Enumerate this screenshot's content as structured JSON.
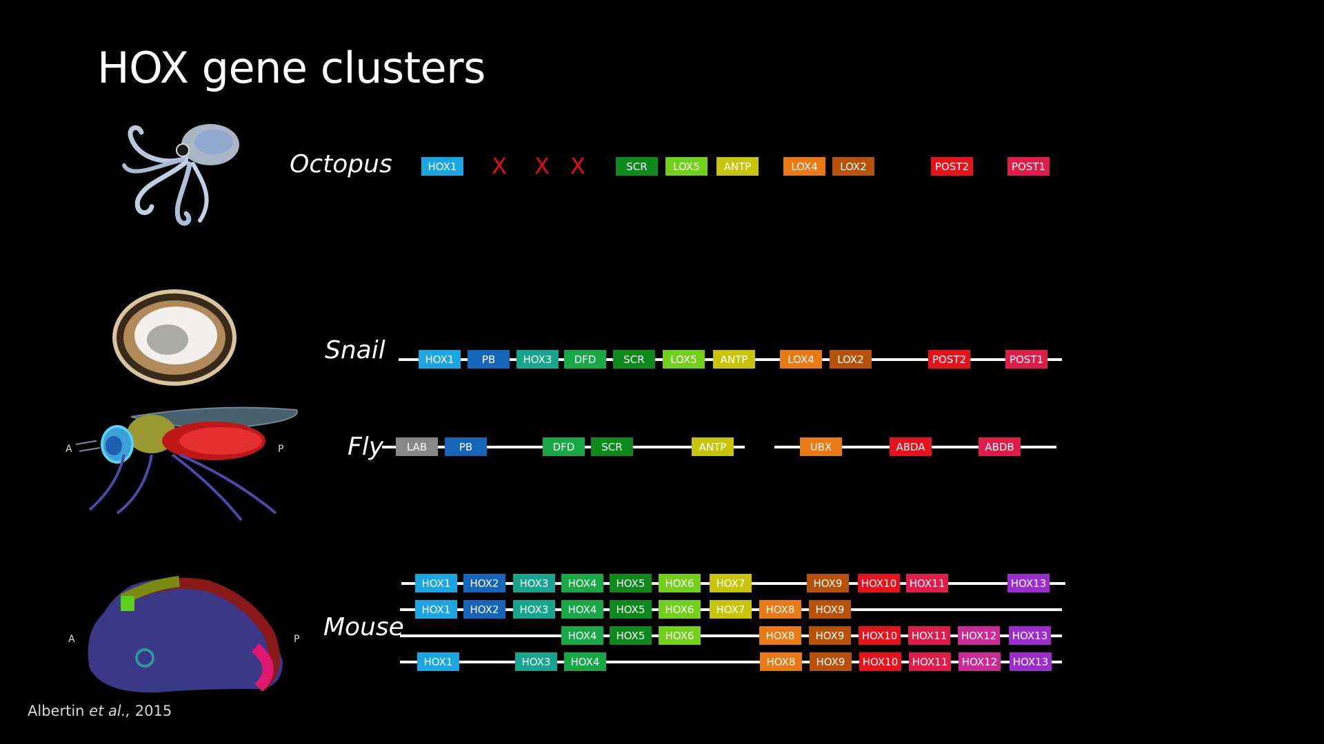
{
  "title": "HOX gene clusters",
  "citation": {
    "author": "Albertin",
    "etal": "et al.,",
    "year": "2015"
  },
  "axis": {
    "anterior": "A",
    "posterior": "P"
  },
  "colors": {
    "HOX1": "#19a6e3",
    "PB": "#1565b8",
    "HOX2": "#1565b8",
    "HOX3": "#17a58d",
    "DFD": "#18a846",
    "HOX4": "#18a846",
    "SCR": "#0e8a1c",
    "HOX5": "#0e8a1c",
    "LOX5": "#72d01a",
    "HOX6": "#72d01a",
    "ANTP": "#c7c40a",
    "HOX7": "#c7c40a",
    "LOX4": "#e97a13",
    "HOX8": "#e97a13",
    "UBX": "#e97a13",
    "LOX2": "#b8520b",
    "HOX9": "#b8520b",
    "POST2": "#e8121c",
    "HOX10": "#e8121c",
    "ABDA": "#e8121c",
    "HOX11": "#e01c4a",
    "POST1": "#e01c4a",
    "ABDB": "#e01c4a",
    "HOX12": "#cc2b96",
    "HOX13": "#9b2dcc",
    "missing": "#e01010"
  },
  "rows": [
    {
      "species": "Octopus",
      "clusters": [
        {
          "line": false,
          "genes": [
            "HOX1",
            "X",
            "X",
            "X",
            "SCR",
            "LOX5",
            "ANTP",
            "LOX4",
            "LOX2",
            "POST2",
            "POST1"
          ]
        }
      ]
    },
    {
      "species": "Snail",
      "clusters": [
        {
          "line": true,
          "genes": [
            "HOX1",
            "PB",
            "HOX3",
            "DFD",
            "SCR",
            "LOX5",
            "ANTP",
            "LOX4",
            "LOX2",
            "POST2",
            "POST1"
          ]
        }
      ]
    },
    {
      "species": "Fly",
      "clusters": [
        {
          "line": true,
          "genes": [
            "LAB",
            "PB",
            "DFD",
            "SCR",
            "ANTP"
          ]
        },
        {
          "line": true,
          "genes": [
            "UBX",
            "ABDA",
            "ABDB"
          ]
        }
      ]
    },
    {
      "species": "Mouse",
      "clusters": [
        {
          "line": true,
          "genes": [
            "HOX1",
            "HOX2",
            "HOX3",
            "HOX4",
            "HOX5",
            "HOX6",
            "HOX7",
            "HOX9",
            "HOX10",
            "HOX11",
            "HOX13"
          ]
        },
        {
          "line": true,
          "genes": [
            "HOX1",
            "HOX2",
            "HOX3",
            "HOX4",
            "HOX5",
            "HOX6",
            "HOX7",
            "HOX8",
            "HOX9"
          ]
        },
        {
          "line": true,
          "genes": [
            "HOX4",
            "HOX5",
            "HOX6",
            "HOX8",
            "HOX9",
            "HOX10",
            "HOX11",
            "HOX12",
            "HOX13"
          ]
        },
        {
          "line": true,
          "genes": [
            "HOX1",
            "HOX3",
            "HOX4",
            "HOX8",
            "HOX9",
            "HOX10",
            "HOX11",
            "HOX12",
            "HOX13"
          ]
        }
      ]
    }
  ]
}
